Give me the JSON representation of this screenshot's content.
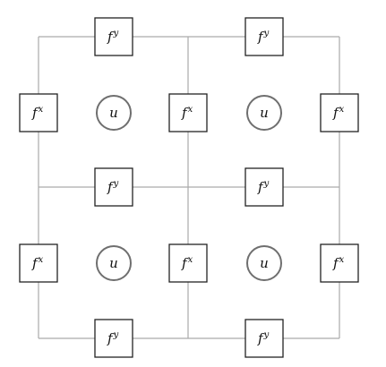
{
  "diagram": {
    "flux_x": {
      "base": "f",
      "sup": "x"
    },
    "flux_y": {
      "base": "f",
      "sup": "y"
    },
    "cell_value": "u",
    "colors": {
      "grid": "#aaaaaa",
      "box_stroke": "#222222",
      "circle_stroke": "#6f6f6f"
    }
  }
}
